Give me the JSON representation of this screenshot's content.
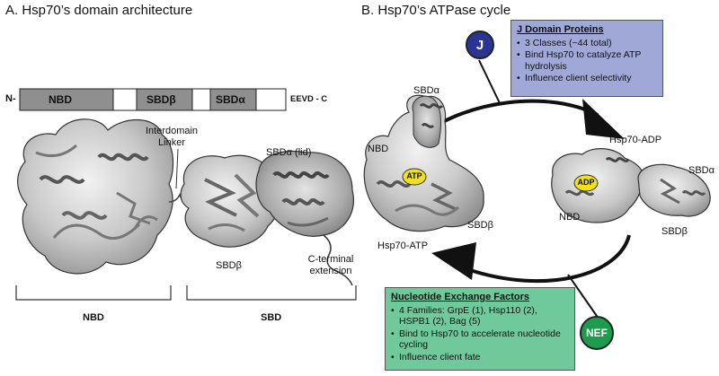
{
  "panel_a": {
    "title": "A. Hsp70’s domain architecture",
    "bar": {
      "n_term": "N-",
      "nbd": "NBD",
      "sbd_beta": "SBDβ",
      "sbd_alpha": "SBDα",
      "c_term": "EEVD - C"
    },
    "labels": {
      "interdomain_linker": "Interdomain Linker",
      "sbd_alpha_lid": "SBDα (lid)",
      "sbd_beta": "SBDβ",
      "c_terminal_extension": "C-terminal extension"
    },
    "bracket_nbd": "NBD",
    "bracket_sbd": "SBD"
  },
  "panel_b": {
    "title": "B. Hsp70’s ATPase cycle",
    "j_circle": "J",
    "nef_circle": "NEF",
    "j_box": {
      "title": "J Domain Proteins",
      "items": [
        "3 Classes (~44 total)",
        "Bind Hsp70 to catalyze ATP hydrolysis",
        "Influence client selectivity"
      ]
    },
    "nef_box": {
      "title": "Nucleotide Exchange Factors",
      "items": [
        "4 Families: GrpE (1), Hsp110 (2), HSPB1 (2), Bag (5)",
        "Bind to Hsp70 to accelerate nucleotide cycling",
        "Influence client fate"
      ]
    },
    "atp_state": {
      "name": "Hsp70-ATP",
      "sbd_alpha": "SBDα",
      "nbd": "NBD",
      "badge": "ATP",
      "sbd_beta": "SBDβ"
    },
    "adp_state": {
      "name": "Hsp70-ADP",
      "sbd_alpha": "SBDα",
      "nbd": "NBD",
      "badge": "ADP",
      "sbd_beta": "SBDβ"
    }
  },
  "colors": {
    "domain_fill": "#8f8f8f",
    "protein_blob": "#cfcfcf",
    "j_box_bg": "#9fa8d6",
    "nef_box_bg": "#6fc99a",
    "j_circle": "#2a3593",
    "nef_circle": "#1d9c4f",
    "nucleotide_badge": "#f2e01f"
  }
}
